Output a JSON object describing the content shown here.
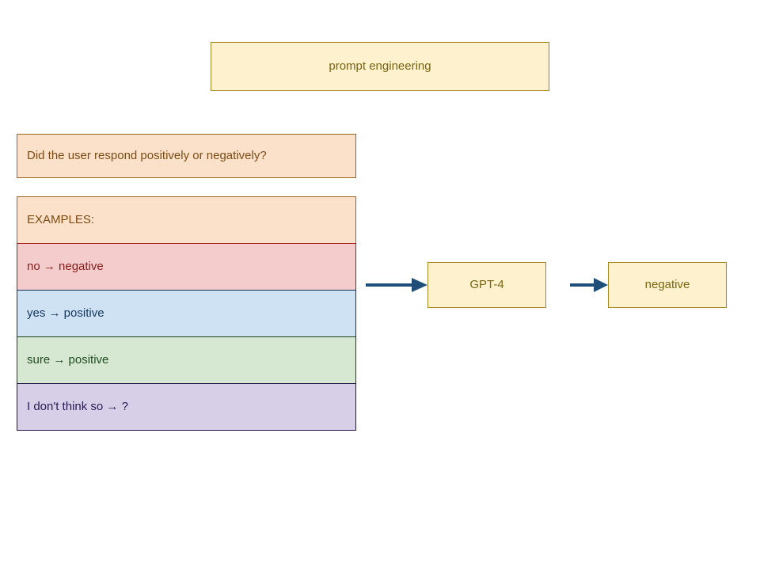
{
  "diagram": {
    "title": "prompt engineering",
    "prompt": {
      "instruction": "Did the user respond positively or negatively?",
      "examples_header": "EXAMPLES:",
      "examples": [
        {
          "text": "no → negative",
          "color": "#F4CCCC"
        },
        {
          "text": "yes → positive",
          "color": "#CFE2F3"
        },
        {
          "text": "sure → positive",
          "color": "#D6E8D2"
        },
        {
          "text": "I don't think so → ?",
          "color": "#D7CEE8"
        }
      ]
    },
    "flow": {
      "model": "GPT-4",
      "output": "negative",
      "arrow_color": "#1F4E79"
    },
    "colors": {
      "title_fill": "#FDF2CD",
      "title_stroke": "#A3861F",
      "prompt_fill": "#FBE1CA",
      "prompt_stroke": "#A1641F"
    }
  }
}
